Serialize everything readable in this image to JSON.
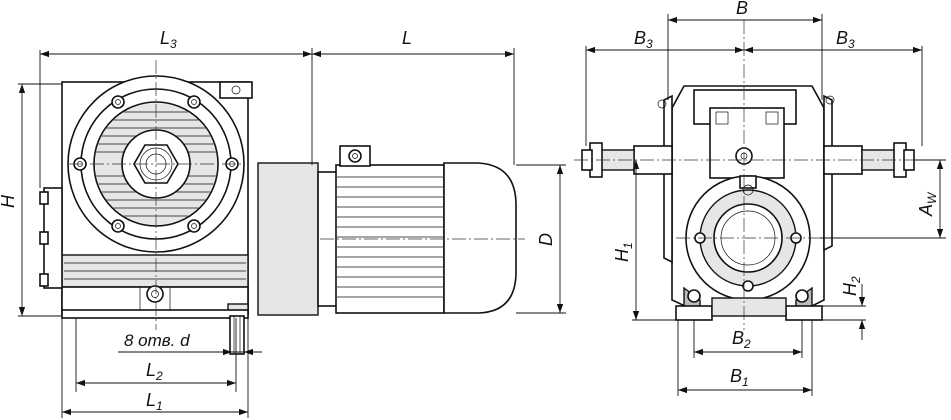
{
  "labels": {
    "L3": {
      "main": "L",
      "sub": "3"
    },
    "L": {
      "main": "L",
      "sub": ""
    },
    "H": {
      "main": "H",
      "sub": ""
    },
    "D": {
      "main": "D",
      "sub": ""
    },
    "holes": {
      "main": "8 отв. d",
      "sub": ""
    },
    "L2": {
      "main": "L",
      "sub": "2"
    },
    "L1": {
      "main": "L",
      "sub": "1"
    },
    "B": {
      "main": "B",
      "sub": ""
    },
    "B3_left": {
      "main": "B",
      "sub": "3"
    },
    "B3_right": {
      "main": "B",
      "sub": "3"
    },
    "Aw": {
      "main": "A",
      "sub": "W"
    },
    "H1": {
      "main": "H",
      "sub": "1"
    },
    "H2": {
      "main": "H",
      "sub": "2"
    },
    "B2": {
      "main": "B",
      "sub": "2"
    },
    "B1": {
      "main": "B",
      "sub": "1"
    }
  },
  "colors": {
    "line": "#111111",
    "fill_light": "#e6e6e6",
    "fill_dark": "#bdbdbd"
  }
}
